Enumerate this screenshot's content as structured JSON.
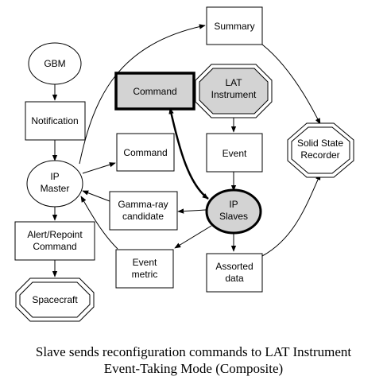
{
  "colors": {
    "shaded_fill": "#d3d3d3",
    "stroke": "#000000",
    "background": "#ffffff"
  },
  "nodes": {
    "gbm": [
      "GBM"
    ],
    "notification": [
      "Notification"
    ],
    "ip_master": [
      "IP",
      "Master"
    ],
    "alert_repoint": [
      "Alert/Repoint",
      "Command"
    ],
    "spacecraft": [
      "Spacecraft"
    ],
    "summary": [
      "Summary"
    ],
    "command_main": [
      "Command"
    ],
    "lat_instrument": [
      "LAT",
      "Instrument"
    ],
    "command_small": [
      "Command"
    ],
    "event": [
      "Event"
    ],
    "gamma_ray": [
      "Gamma-ray",
      "candidate"
    ],
    "ip_slaves": [
      "IP",
      "Slaves"
    ],
    "event_metric": [
      "Event",
      "metric"
    ],
    "assorted_data": [
      "Assorted",
      "data"
    ],
    "ssr": [
      "Solid State",
      "Recorder"
    ]
  },
  "caption": {
    "line1": "Slave sends reconfiguration commands to LAT Instrument",
    "line2": "Event-Taking Mode (Composite)"
  }
}
